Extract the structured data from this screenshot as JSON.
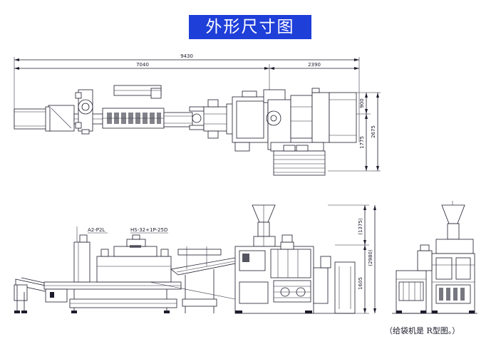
{
  "title": "外形尺寸图",
  "dimensions": {
    "total_length": "9430",
    "left_length": "7040",
    "right_length": "2390",
    "depth_upper": "900",
    "depth_total": "2675",
    "depth_lower": "1775",
    "height_top": "(1375)",
    "height_total": "(2980)",
    "height_lower": "1605"
  },
  "labels": {
    "conveyor_model": "A2-P2L",
    "scale_model": "HS-32+1P-25D"
  },
  "note": "（给袋机是 R型图。）"
}
